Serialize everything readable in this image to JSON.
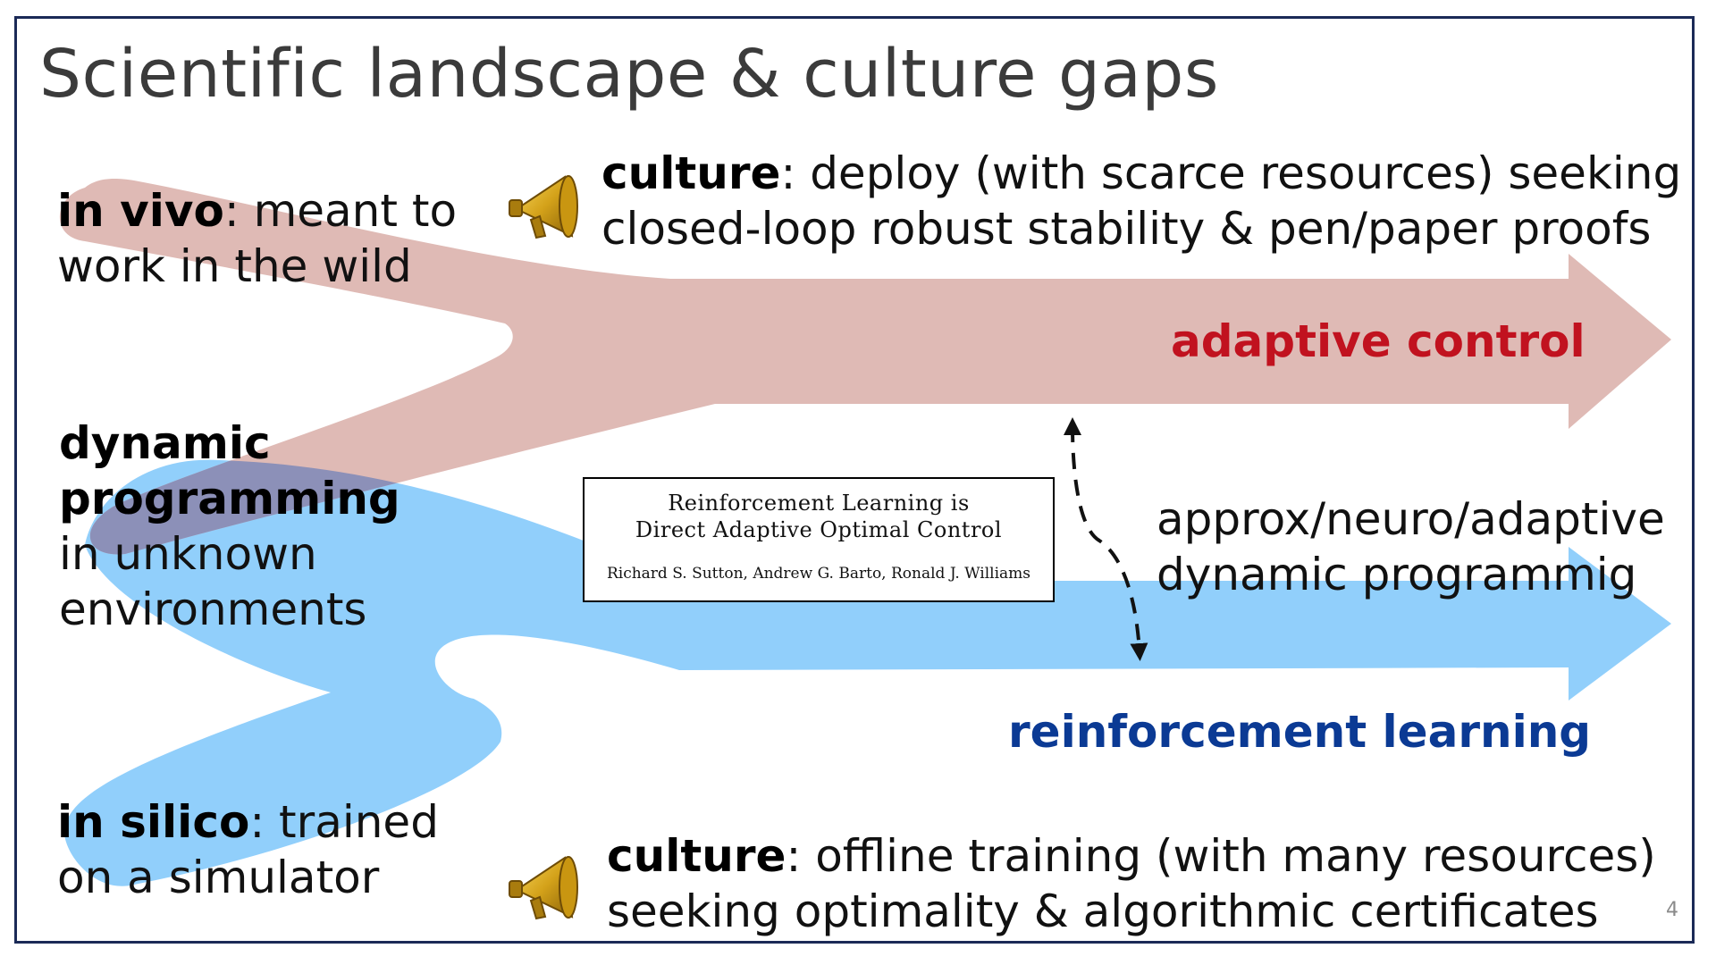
{
  "slide": {
    "title": "Scientific landscape & culture gaps",
    "page_number": "4"
  },
  "left_labels": {
    "in_vivo": {
      "bold": "in vivo",
      "rest_line1": ": meant to",
      "line2": "work in the wild"
    },
    "dynamic_programming": {
      "bold_line1": "dynamic",
      "bold_line2": "programming",
      "line3": "in unknown",
      "line4": "environments"
    },
    "in_silico": {
      "bold": "in silico",
      "rest_line1": ": trained",
      "line2": "on a simulator"
    }
  },
  "culture_top": {
    "bold": "culture",
    "rest_line1": ": deploy (with scarce resources) seeking",
    "line2": "closed-loop robust stability & pen/paper proofs"
  },
  "culture_bottom": {
    "bold": "culture",
    "rest_line1": ": offline training (with many resources)",
    "line2": "seeking optimality &  algorithmic certificates"
  },
  "arrows": {
    "adaptive_control": "adaptive control",
    "reinforcement_learning": "reinforcement learning"
  },
  "middle_note": {
    "line1": "approx/neuro/adaptive",
    "line2": "dynamic programmig"
  },
  "paper": {
    "title_line1": "Reinforcement Learning is",
    "title_line2": "Direct Adaptive Optimal Control",
    "authors": "Richard S. Sutton, Andrew G. Barto, Ronald J. Williams"
  },
  "icons": {
    "top": "megaphone-icon",
    "bottom": "megaphone-icon"
  },
  "colors": {
    "adaptive_control_arrow": "#dfbab5",
    "reinforcement_learning_arrow": "#91cffb",
    "overlap": "#8c90b8",
    "adaptive_control_label": "#c1121f",
    "reinforcement_learning_label": "#0b3a94",
    "frame": "#1b2a57"
  }
}
